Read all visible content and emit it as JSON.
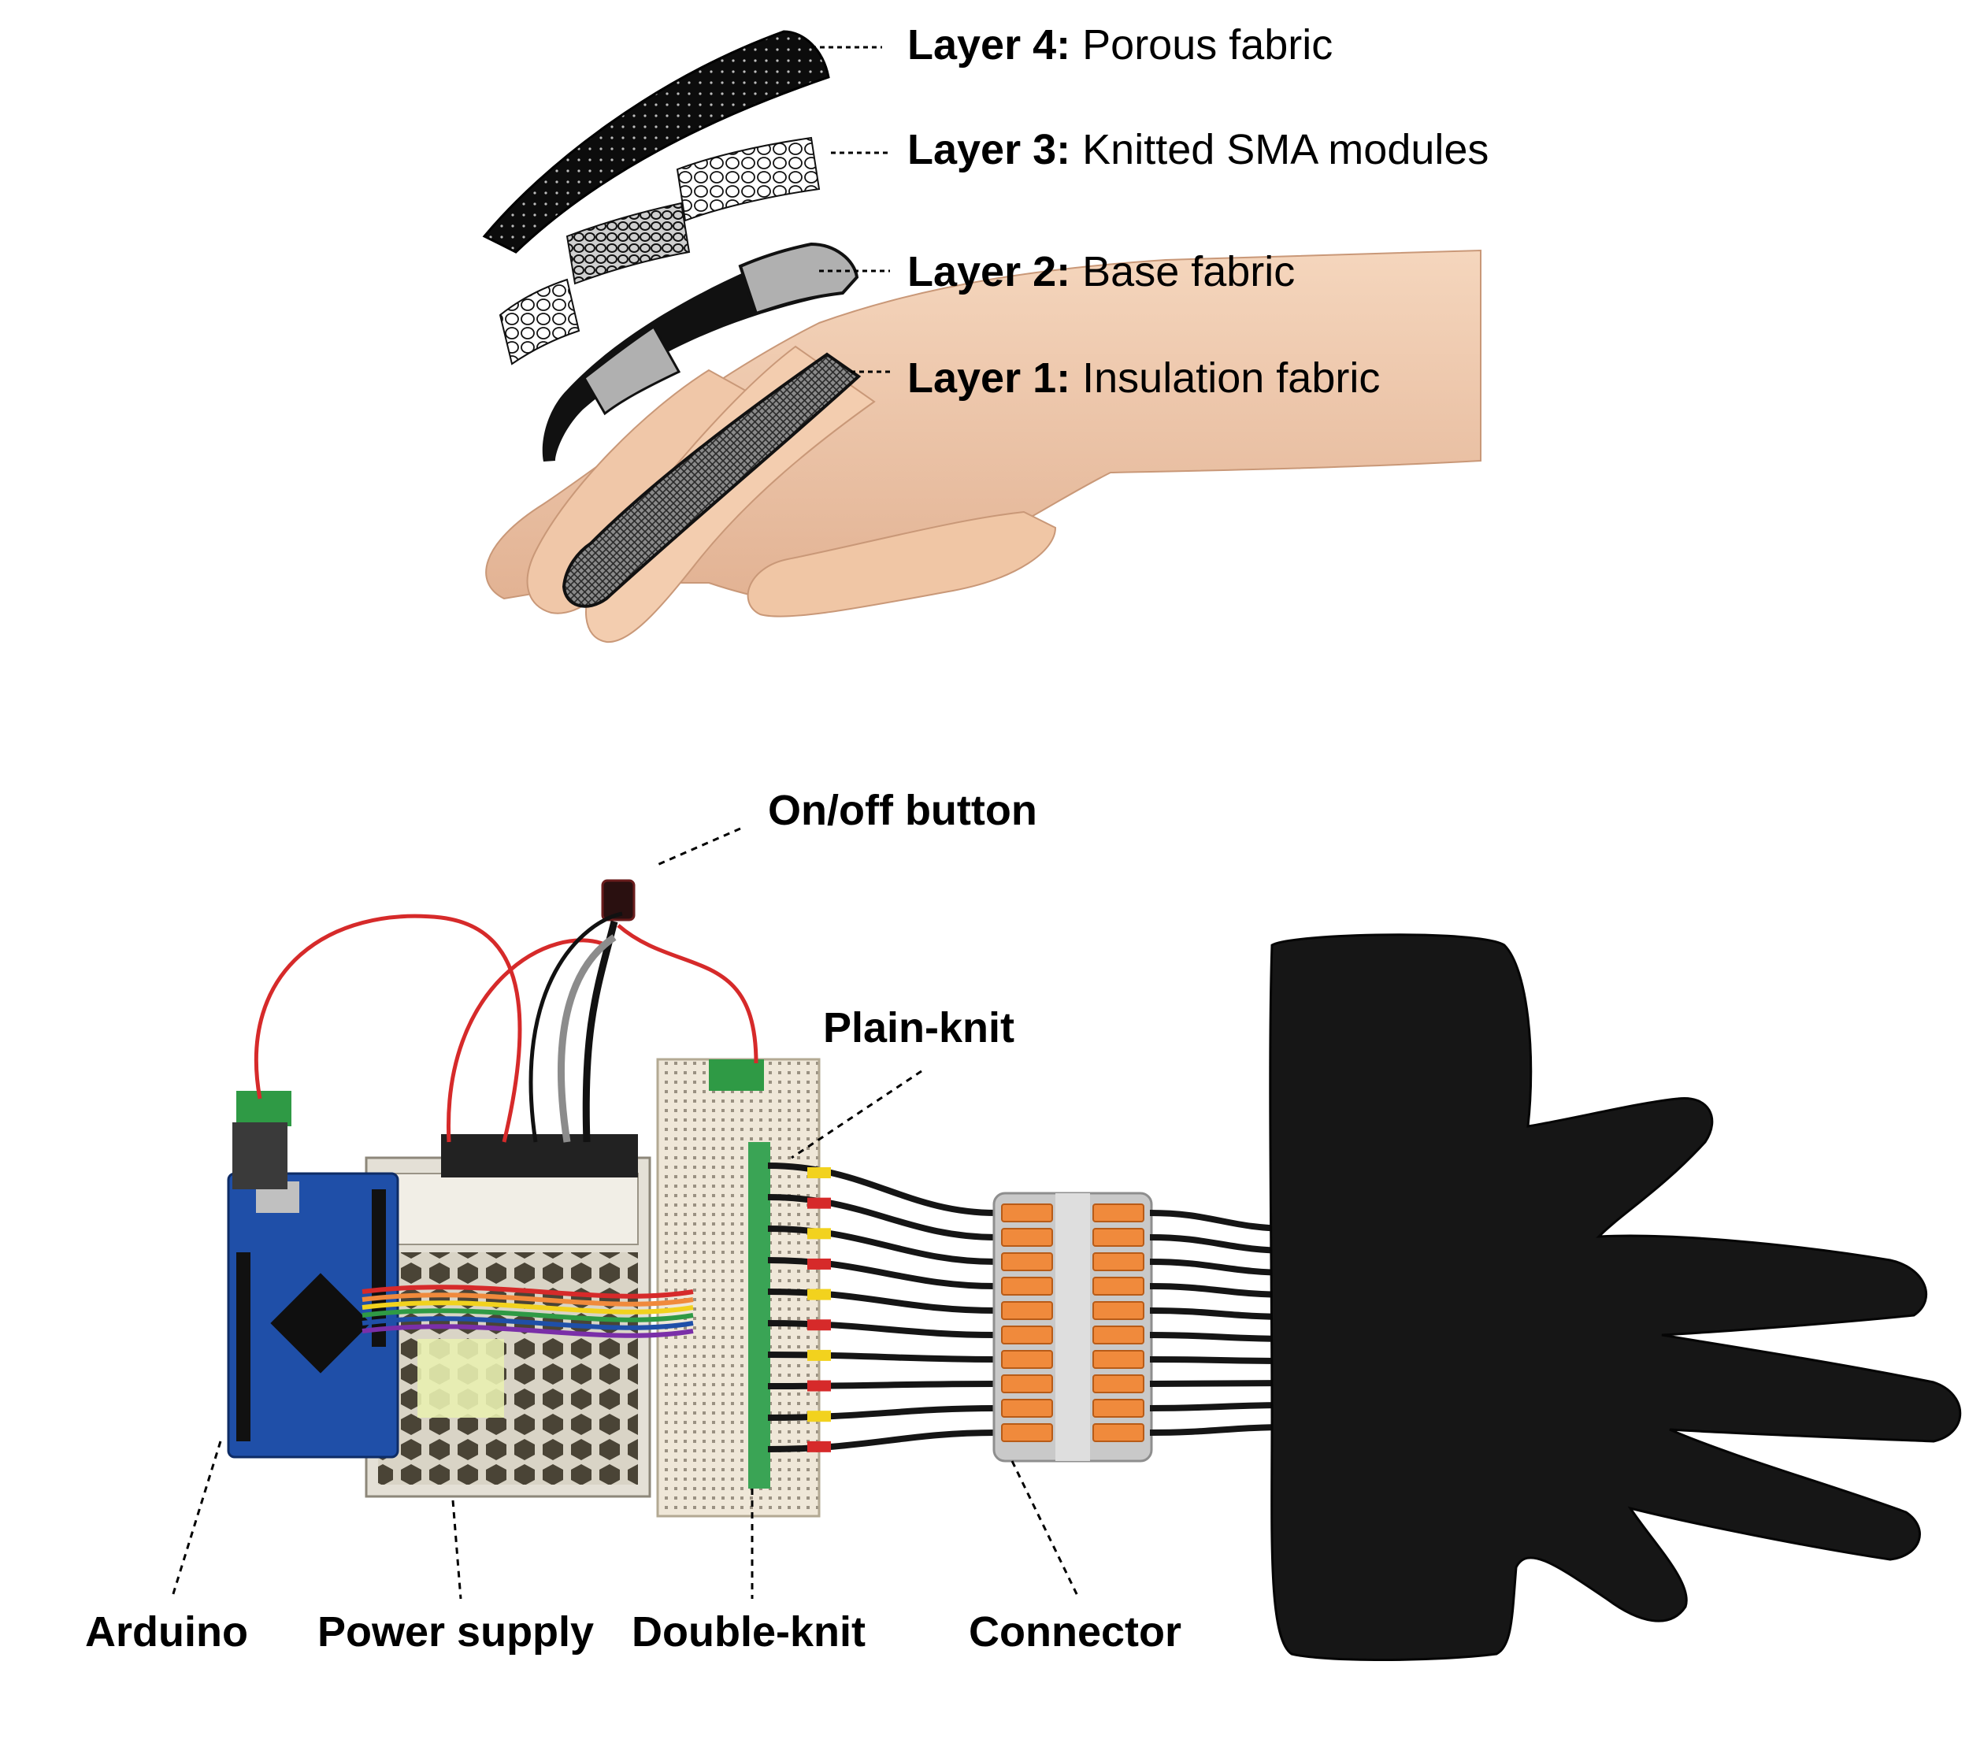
{
  "layers": [
    {
      "bold": "Layer 4:",
      "text": "Porous fabric"
    },
    {
      "bold": "Layer 3:",
      "text": "Knitted SMA modules"
    },
    {
      "bold": "Layer 2:",
      "text": "Base fabric"
    },
    {
      "bold": "Layer 1:",
      "text": "Insulation fabric"
    }
  ],
  "components": {
    "on_off_button": "On/off button",
    "plain_knit": "Plain-knit",
    "arduino": "Arduino",
    "power_supply": "Power supply",
    "double_knit": "Double-knit",
    "connector": "Connector"
  },
  "colors": {
    "skin": "#f2cdb0",
    "skin_shadow": "#d9a98a",
    "glove": "#161616",
    "arduino_blue": "#1f4fa8",
    "connector_orange": "#f08a3c",
    "breadboard": "#efe7d8",
    "wire_red": "#d62a2a",
    "wire_yellow": "#f2d21e"
  }
}
